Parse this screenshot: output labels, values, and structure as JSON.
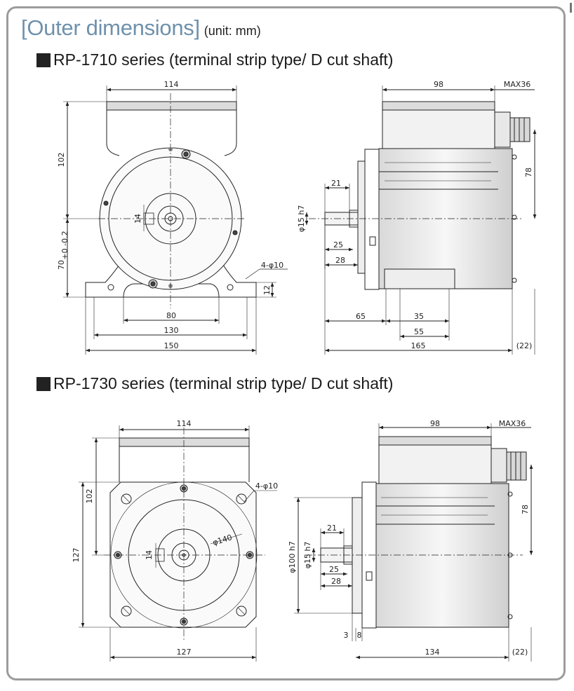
{
  "header": {
    "title": "[Outer dimensions]",
    "unit": "(unit: mm)"
  },
  "series1": {
    "title": "RP-1710 series (terminal strip type/ D cut shaft)",
    "front": {
      "width_top": "114",
      "height_upper": "102",
      "shaft_d": "14",
      "height_lower": "70",
      "height_lower_tol": "+0\n-0.2",
      "holes": "4-φ10",
      "base_h": "12",
      "hole_span_inner": "80",
      "hole_span": "130",
      "base_width": "150"
    },
    "side": {
      "width_top": "98",
      "gland": "MAX36",
      "gland_h": "78",
      "shaft_len": "21",
      "shaft_d": "φ15 h7",
      "key_len": "25",
      "shaft_total": "28",
      "a": "65",
      "b": "35",
      "c": "55",
      "length": "165",
      "extra": "(22)"
    }
  },
  "series2": {
    "title": "RP-1730 series (terminal strip type/ D cut shaft)",
    "front": {
      "width_top": "114",
      "height_upper": "102",
      "holes": "4-φ10",
      "pcd": "φ140",
      "shaft_d": "14",
      "flange_h": "127",
      "flange_w": "127"
    },
    "side": {
      "width_top": "98",
      "gland": "MAX36",
      "gland_h": "78",
      "pilot_d": "φ100 h7",
      "shaft_d": "φ15 h7",
      "shaft_len": "21",
      "key_len": "25",
      "shaft_total": "28",
      "t1": "3",
      "t2": "8",
      "length": "134",
      "extra": "(22)"
    }
  }
}
